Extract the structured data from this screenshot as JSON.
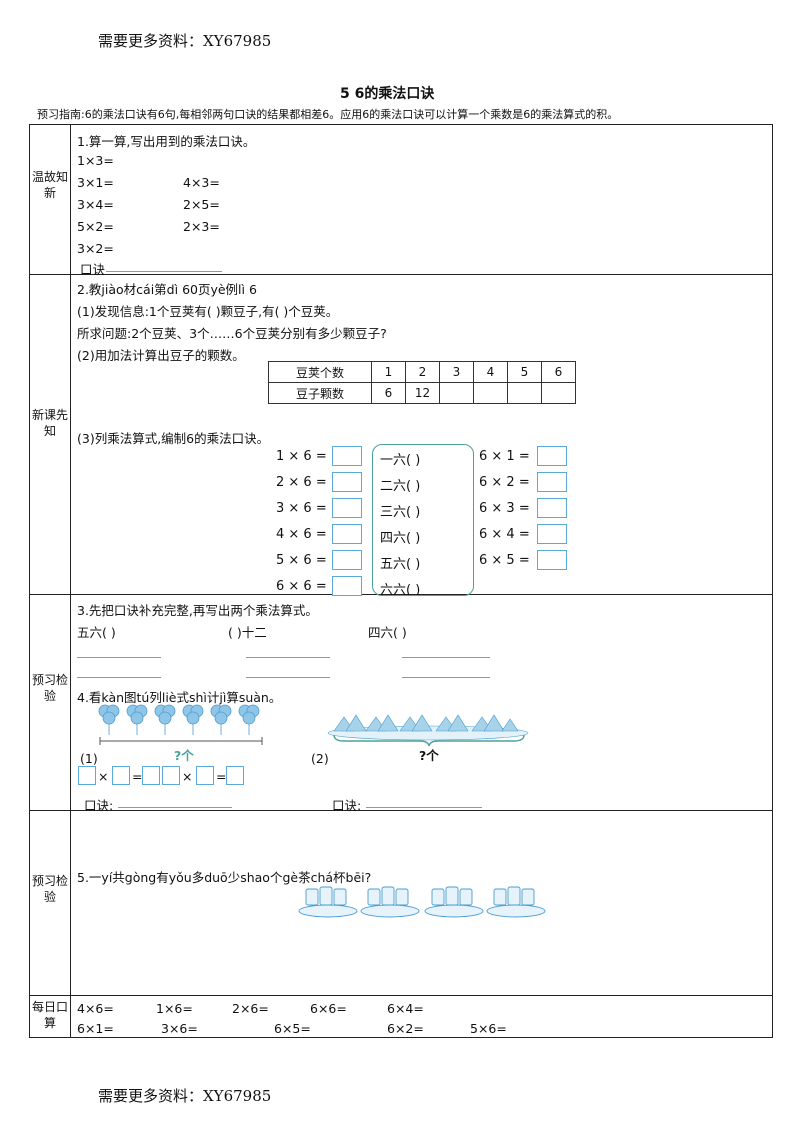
{
  "watermark_top": "需要更多资料：XY67985",
  "watermark_bottom": "需要更多资料：XY67985",
  "title": "5   6的乘法口诀",
  "guide": "预习指南:6的乘法口诀有6句,每相邻两句口诀的结果都相差6。应用6的乘法口诀可以计算一个乘数是6的乘法算式的积。",
  "sections": {
    "s1": "温故知新",
    "s2": "新课先知",
    "s3": "预习检验",
    "s4": "预习检验",
    "s5": "每日口算"
  },
  "q1": {
    "title": "1.算一算,写出用到的乘法口诀。",
    "left": [
      "1×3=",
      "3×1=",
      "3×4=",
      "5×2=",
      "3×2="
    ],
    "right": [
      "4×3=",
      "2×5=",
      "2×3="
    ],
    "koujue": "口诀"
  },
  "q2": {
    "title": "2.教jiào材cái第dì 60页yè例lì 6",
    "p1": "(1)发现信息:1个豆荚有(    )颗豆子,有(    )个豆荚。",
    "p1b": "所求问题:2个豆荚、3个……6个豆荚分别有多少颗豆子?",
    "p2": "(2)用加法计算出豆子的颗数。",
    "table": {
      "row1": [
        "豆荚个数",
        "1",
        "2",
        "3",
        "4",
        "5",
        "6"
      ],
      "row2": [
        "豆子颗数",
        "6",
        "12",
        "",
        "",
        "",
        ""
      ]
    },
    "p3": "(3)列乘法算式,编制6的乘法口诀。",
    "left_eqs": [
      "1 × 6 =",
      "2 × 6 =",
      "3 × 6 =",
      "4 × 6 =",
      "5 × 6 =",
      "6 × 6 ="
    ],
    "mid": [
      "一六(        )",
      "二六(        )",
      "三六(        )",
      "四六(        )",
      "五六(        )",
      "六六(        )"
    ],
    "right_eqs": [
      "6 × 1 =",
      "6 × 2 =",
      "6 × 3 =",
      "6 × 4 =",
      "6 × 5 ="
    ]
  },
  "q3": {
    "title": "3.先把口诀补充完整,再写出两个乘法算式。",
    "items": [
      "五六(        )",
      "(        )十二",
      "四六(        )"
    ]
  },
  "q4": {
    "title": "4.看kàn图tú列liè式shì计jì算suàn。",
    "p1": "(1)",
    "p1q": "?个",
    "p2": "(2)",
    "p2q": "?个",
    "times": "×",
    "equals": "=",
    "koujue": "口诀:"
  },
  "q5": {
    "title": "5.一yí共gòng有yǒu多duō少shao个gè茶chá杯bēi?"
  },
  "daily": {
    "row1": [
      "4×6=",
      "1×6=",
      "2×6=",
      "6×6=",
      "6×4="
    ],
    "row2": [
      "6×1=",
      "3×6=",
      "6×5=",
      "6×2=",
      "5×6="
    ]
  },
  "colors": {
    "accent": "#5aa9d6",
    "border": "#222222",
    "bracket": "#4aa39a"
  }
}
